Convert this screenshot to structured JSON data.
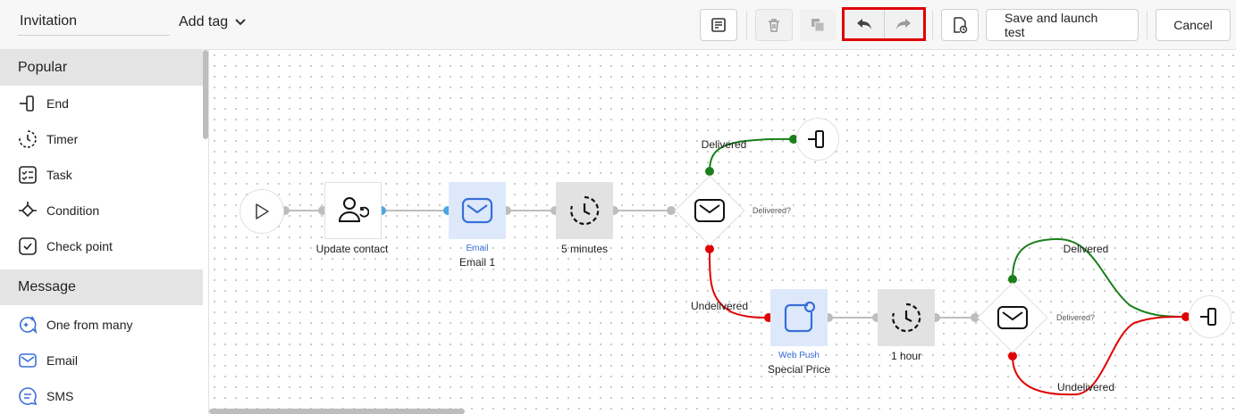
{
  "header": {
    "campaign_name": "Invitation",
    "add_tag_label": "Add tag",
    "save_launch_label": "Save and launch test",
    "cancel_label": "Cancel"
  },
  "sidebar": {
    "sections": [
      {
        "title": "Popular",
        "items": [
          {
            "label": "End",
            "icon": "end-icon"
          },
          {
            "label": "Timer",
            "icon": "timer-icon"
          },
          {
            "label": "Task",
            "icon": "task-icon"
          },
          {
            "label": "Condition",
            "icon": "condition-icon"
          },
          {
            "label": "Check point",
            "icon": "check-point-icon"
          }
        ]
      },
      {
        "title": "Message",
        "items": [
          {
            "label": "One from many",
            "icon": "one-from-many-icon"
          },
          {
            "label": "Email",
            "icon": "email-icon"
          },
          {
            "label": "SMS",
            "icon": "sms-icon"
          }
        ]
      }
    ]
  },
  "flow": {
    "update_contact_label": "Update contact",
    "email_type": "Email",
    "email_name": "Email 1",
    "timer1_label": "5 minutes",
    "check1_question": "Delivered?",
    "check1_delivered": "Delivered",
    "check1_undelivered": "Undelivered",
    "webpush_type": "Web Push",
    "webpush_name": "Special Price",
    "timer2_label": "1 hour",
    "check2_question": "Delivered?",
    "check2_delivered": "Delivered",
    "check2_undelivered": "Undelivered"
  },
  "colors": {
    "success": "#1a7f1a",
    "failure": "#e00000",
    "connector": "#bdbdbd",
    "selected_port": "#4aa8e0",
    "highlight": "#e00000"
  }
}
